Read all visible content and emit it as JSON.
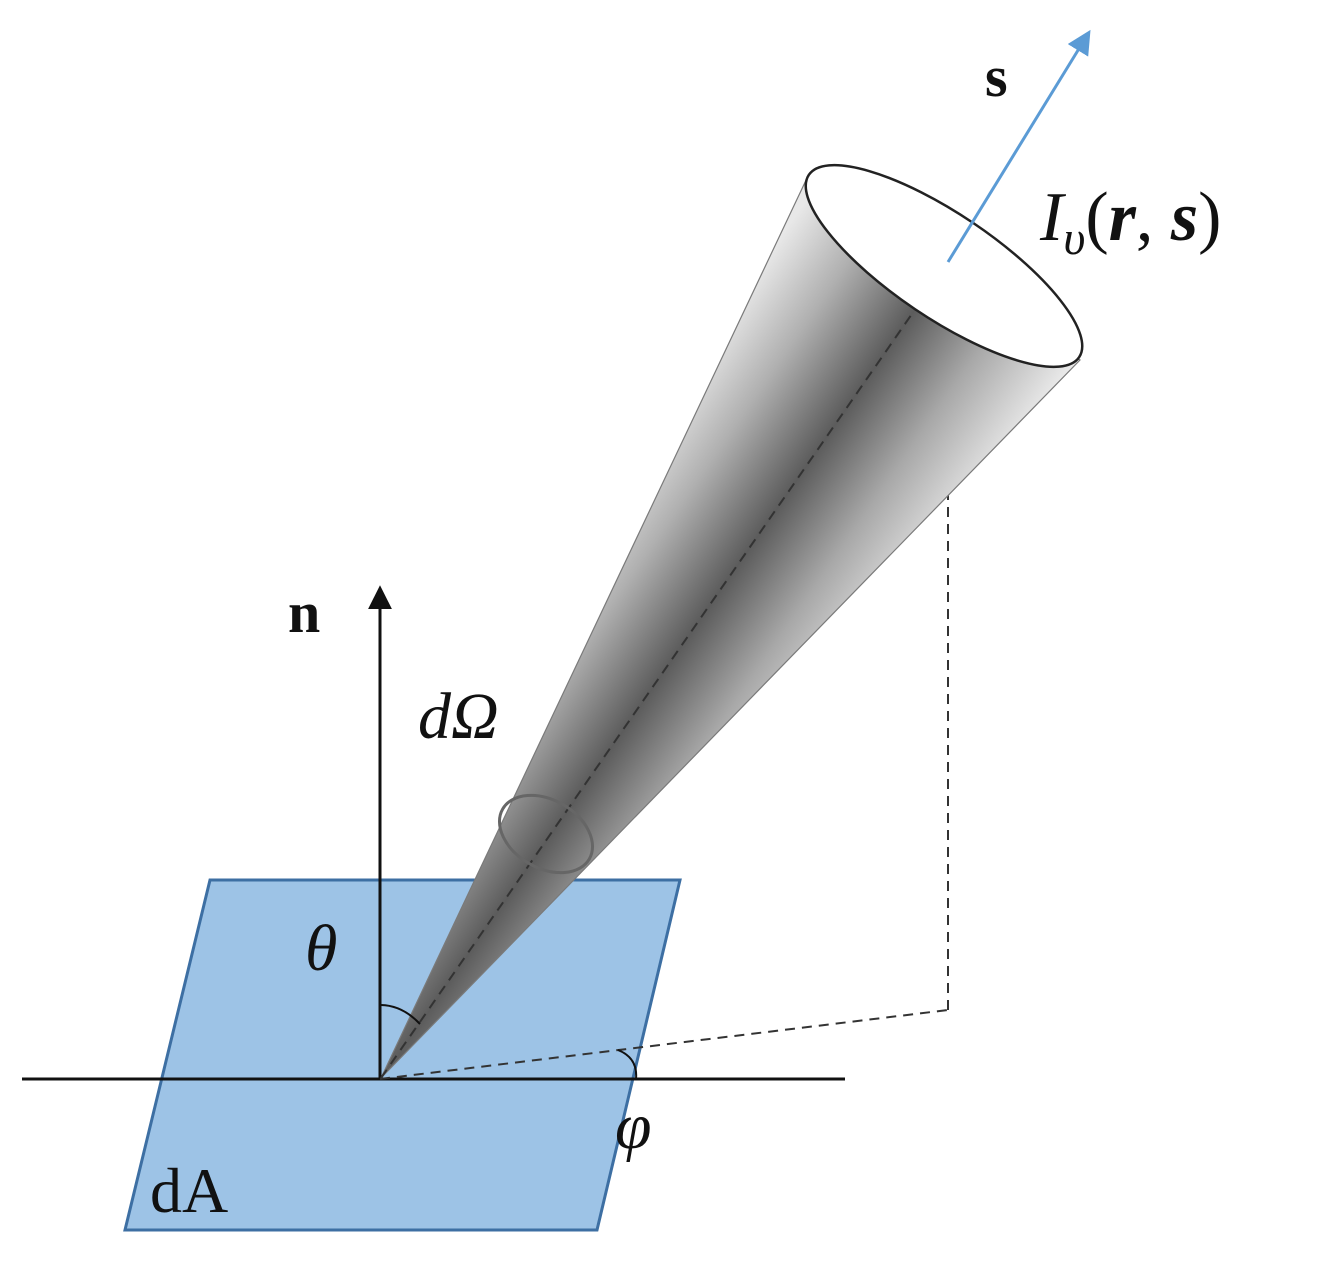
{
  "diagram": {
    "labels": {
      "direction_vector": "s",
      "intensity_main": "I",
      "intensity_sub": "υ",
      "intensity_args_open": "(",
      "intensity_arg_r": "r",
      "intensity_comma": ", ",
      "intensity_arg_s": "s",
      "intensity_args_close": ")",
      "normal_vector": "n",
      "solid_angle": "dΩ",
      "polar_angle": "θ",
      "azimuth_angle": "φ",
      "area_element": "dA"
    },
    "colors": {
      "plane_fill": "#9dc3e6",
      "plane_stroke": "#3d6fa3",
      "direction_arrow": "#5b9bd5",
      "ink": "#111111",
      "cone_light": "#e6e6e6",
      "cone_dark": "#5a5a5a"
    }
  }
}
